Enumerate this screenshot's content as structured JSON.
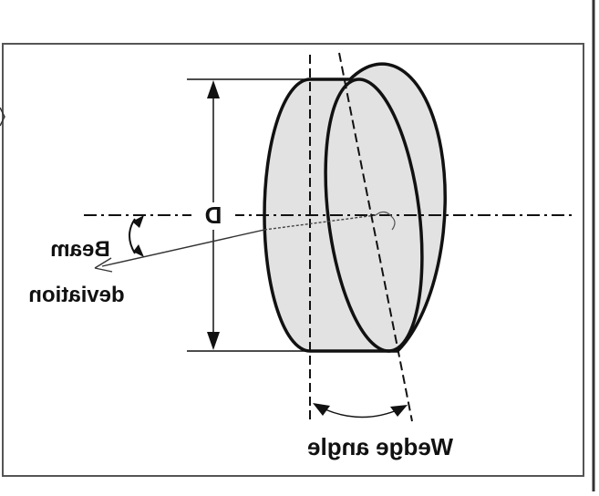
{
  "diagram": {
    "labels": {
      "diameter": "D",
      "beam_line1": "Beam",
      "beam_line2": "deviation",
      "wedge": "Wedge angle"
    },
    "mirrored": true,
    "colors": {
      "stroke": "#111111",
      "fill": "#e2e2e2",
      "frame": "#555555",
      "background": "#ffffff"
    }
  }
}
